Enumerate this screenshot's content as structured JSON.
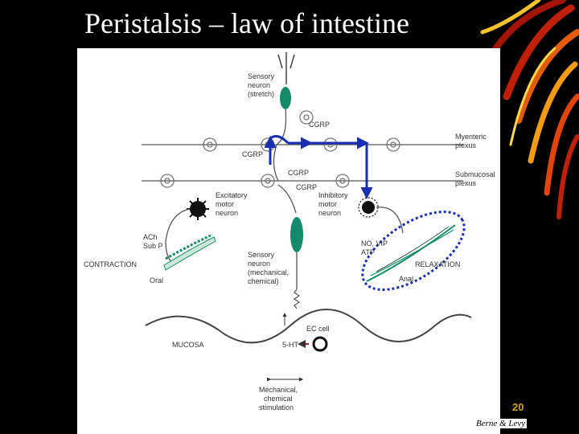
{
  "slide": {
    "title": "Peristalsis – law of intestine",
    "number": "20",
    "credit": "Berne & Levy",
    "accent_color": "#d4a017"
  },
  "diagram": {
    "labels": {
      "sensory_stretch": [
        "Sensory",
        "neuron",
        "(stretch)"
      ],
      "cgrp_top": "CGRP",
      "cgrp_left": "CGRP",
      "cgrp_mid1": "CGRP",
      "cgrp_mid2": "CGRP",
      "myenteric": [
        "Myenteric",
        "plexus"
      ],
      "submucosal": [
        "Submucosal",
        "plexus"
      ],
      "excitatory": [
        "Excitatory",
        "motor",
        "neuron"
      ],
      "inhibitory": [
        "Inhibitory",
        "motor",
        "neuron"
      ],
      "ach": [
        "ACh",
        "Sub P"
      ],
      "no_vip": [
        "NO, VIP",
        "ATP"
      ],
      "contraction": "CONTRACTION",
      "relaxation": "RELAXATION",
      "oral": "Oral",
      "anal": "Anal",
      "sensory_mech": [
        "Sensory",
        "neuron",
        "(mechanical,",
        "chemical)"
      ],
      "ec_cell": "EC cell",
      "ht": "5-HT",
      "mucosa": "MUCOSA",
      "stimulation": [
        "Mechanical,",
        "chemical",
        "stimulation"
      ]
    },
    "colors": {
      "arrow": "#1a2fb0",
      "neuron": "#138a6a",
      "red_arrow": "#b01010",
      "line": "#555555"
    }
  }
}
